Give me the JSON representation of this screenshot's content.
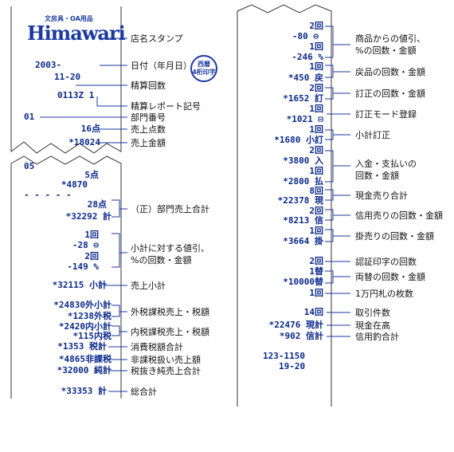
{
  "receipt1": {
    "logo_tagline": "文房具・OA用品",
    "logo_name": "Himawari",
    "date_year": "2003-",
    "date_md": "11-20",
    "count": "0113Z 1",
    "dept": "01",
    "qty": "16点",
    "amount": "*18024"
  },
  "stamp": {
    "line1": "西暦",
    "line2": "4桁印字"
  },
  "labels1": [
    "店名スタンプ",
    "日付（年月日）",
    "精算回数",
    "精算レポート記号",
    "部門番号",
    "売上点数",
    "売上金額"
  ],
  "receipt2": {
    "rows": [
      "05",
      "5点",
      "*4870",
      "- - - - -",
      "28点",
      "*32292 計",
      "1回",
      "-28 ⊖",
      "2回",
      "-149 %",
      "*32115 小計",
      "*24830外小計",
      "*1238外税",
      "*2420内小計",
      "*115内税",
      "*1353 税計",
      "*4865非課税",
      "*32000 純計",
      "*33353 計"
    ]
  },
  "labels2": [
    "（正）部門売上合計",
    "小計に対する値引、",
    "%の回数・金額",
    "売上小計",
    "外税課税売上・税額",
    "内税課税売上・税額",
    "消費税額合計",
    "非課税扱い売上額",
    "税抜き純売上合計",
    "総合計"
  ],
  "receipt3": {
    "rows": [
      "2回",
      "-80 ⊖",
      "1回",
      "-246 %",
      "1回",
      "*450 戻",
      "2回",
      "*1652 訂",
      "1回",
      "*1021 ⊟",
      "1回",
      "*1680 小訂",
      "2回",
      "*3800 入",
      "1回",
      "*2800 払",
      "8回",
      "*22378 現",
      "2回",
      "*8213 信",
      "1回",
      "*3664 掛",
      "2回",
      "1替",
      "*10000替",
      "1回",
      "14回",
      "*22476 現計",
      "*902 信計",
      "123-1150",
      "19-20"
    ]
  },
  "labels3": [
    "商品からの値引、",
    "%の回数・金額",
    "戻品の回数・金額",
    "訂正の回数・金額",
    "訂正モード登録",
    "小計訂正",
    "入金・支払いの",
    "回数・金額",
    "現金売り合計",
    "信用売りの回数・金額",
    "掛売りの回数・金額",
    "認証印字の回数",
    "両替の回数・金額",
    "1万円札の枚数",
    "取引件数",
    "現金在高",
    "信用釣合計"
  ]
}
